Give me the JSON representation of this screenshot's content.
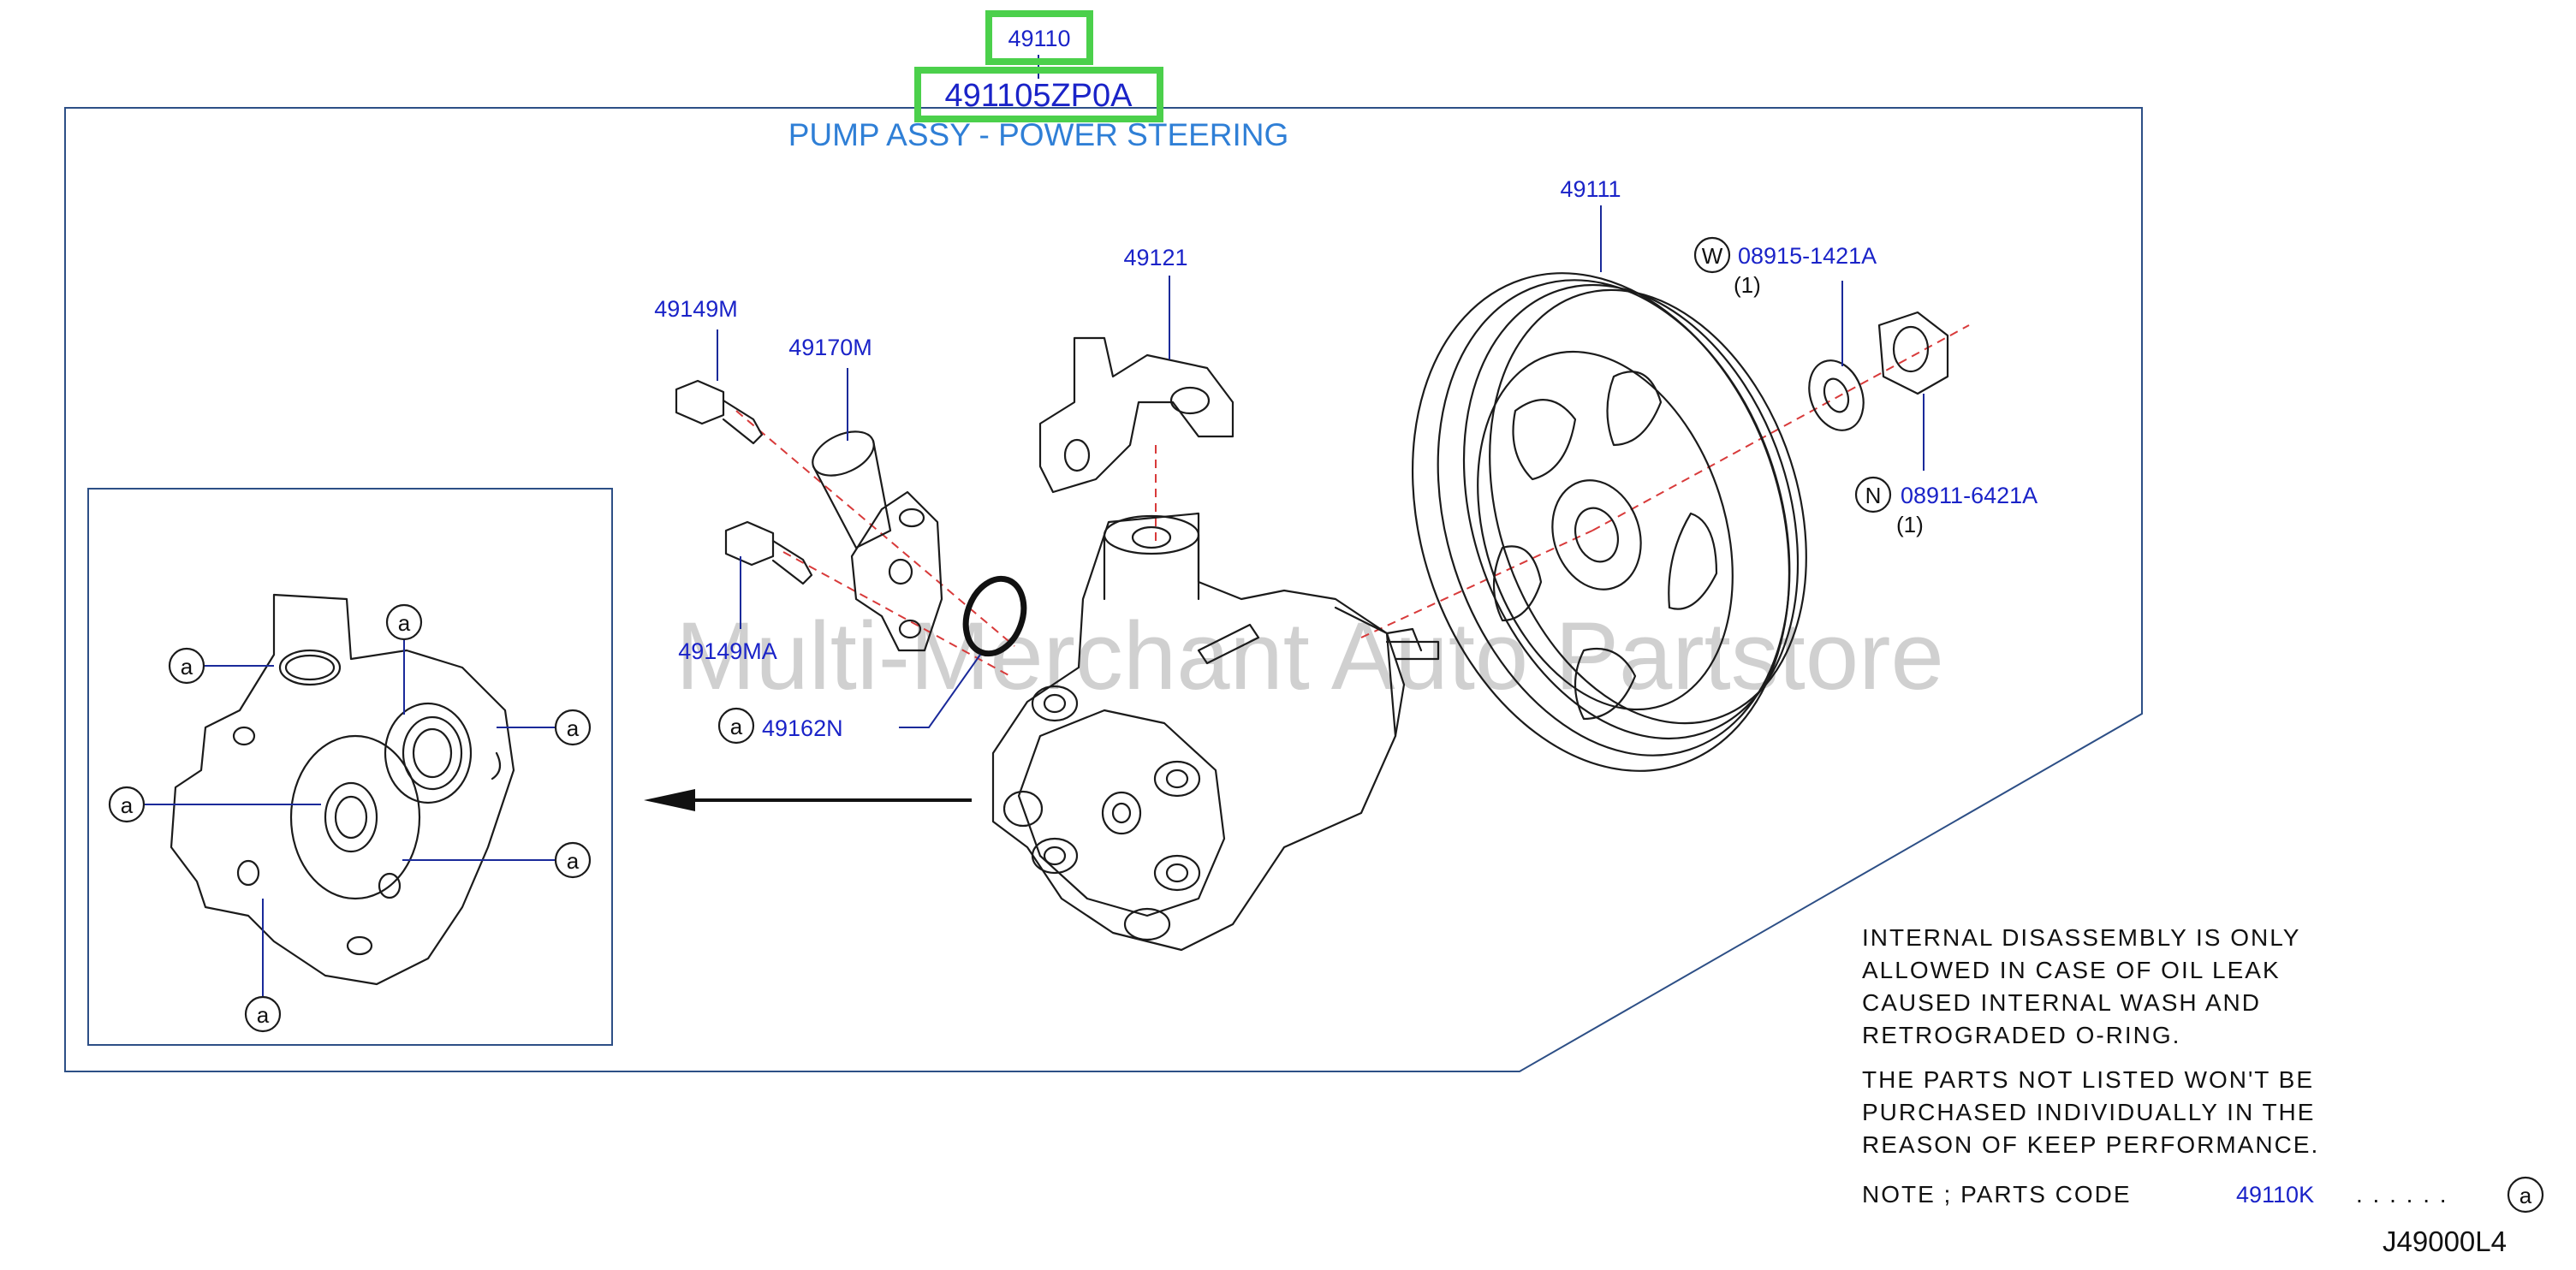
{
  "assembly": {
    "part_number": "49110",
    "sub_number": "491105ZP0A",
    "title": "PUMP ASSY - POWER STEERING"
  },
  "parts": {
    "p49111": "49111",
    "p49121": "49121",
    "p49149M": "49149M",
    "p49170M": "49170M",
    "p49149MA": "49149MA",
    "p49162N": "49162N",
    "washer": {
      "code": "08915-1421A",
      "symbol": "W",
      "qty": "(1)"
    },
    "nut": {
      "code": "08911-6421A",
      "symbol": "N",
      "qty": "(1)"
    }
  },
  "seal_marker": "a",
  "notes": {
    "note1": [
      "INTERNAL  DISASSEMBLY  IS  ONLY",
      "ALLOWED  IN  CASE  OF  OIL  LEAK",
      "CAUSED  INTERNAL  WASH  AND",
      "RETROGRADED  O-RING."
    ],
    "note2": [
      "THE  PARTS  NOT  LISTED  WON'T  BE",
      "PURCHASED  INDIVIDUALLY  IN  THE",
      "REASON  OF  KEEP  PERFORMANCE."
    ],
    "parts_code_label": "NOTE  ;  PARTS  CODE",
    "parts_code_value": "49110K",
    "dots": ". . . . . ."
  },
  "diagram_code": "J49000L4",
  "watermark": "Multi-Merchant Auto Partstore",
  "colors": {
    "label_blue": "#1a23c8",
    "title_blue": "#2f7fd6",
    "highlight_green": "#4bd04b",
    "frame_blue": "#2d4f86",
    "centerline_red": "#d83a3a"
  }
}
